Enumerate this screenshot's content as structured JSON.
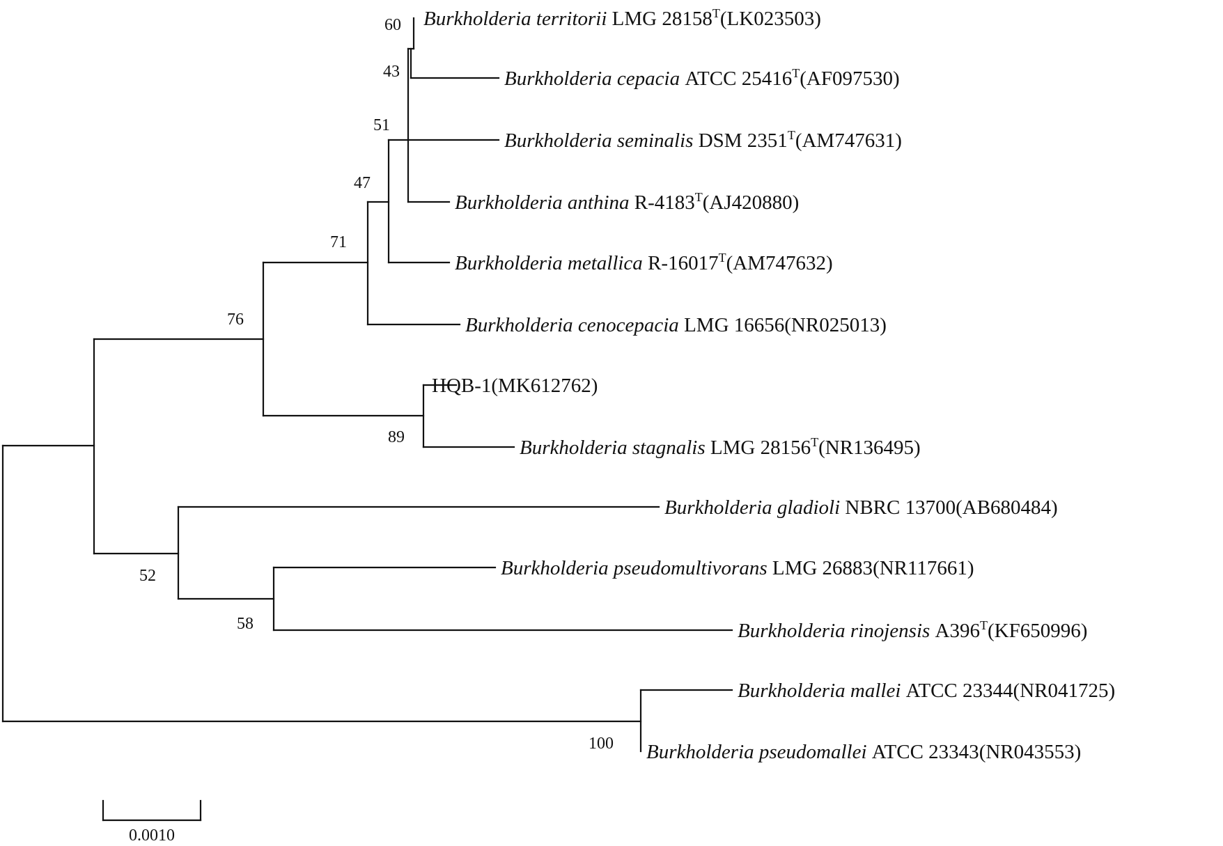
{
  "taxa": [
    {
      "id": "territorii",
      "genus": "Burkholderia",
      "species": "territorii",
      "strain": "LMG 28158",
      "type_strain": true,
      "accession": "(LK023503)"
    },
    {
      "id": "cepacia",
      "genus": "Burkholderia",
      "species": "cepacia",
      "strain": "ATCC 25416",
      "type_strain": true,
      "accession": "(AF097530)"
    },
    {
      "id": "seminalis",
      "genus": "Burkholderia",
      "species": "seminalis",
      "strain": "DSM 2351",
      "type_strain": true,
      "accession": "(AM747631)"
    },
    {
      "id": "anthina",
      "genus": "Burkholderia",
      "species": "anthina",
      "strain": "R-4183",
      "type_strain": true,
      "accession": "(AJ420880)"
    },
    {
      "id": "metallica",
      "genus": "Burkholderia",
      "species": "metallica",
      "strain": "R-16017",
      "type_strain": true,
      "accession": "(AM747632)"
    },
    {
      "id": "cenocepacia",
      "genus": "Burkholderia",
      "species": "cenocepacia",
      "strain": "LMG 16656",
      "type_strain": false,
      "accession": "(NR025013)"
    },
    {
      "id": "hqb1",
      "genus": "",
      "species": "",
      "strain": "HQB-1",
      "type_strain": false,
      "accession": "(MK612762)"
    },
    {
      "id": "stagnalis",
      "genus": "Burkholderia",
      "species": "stagnalis",
      "strain": "LMG 28156",
      "type_strain": true,
      "accession": "(NR136495)"
    },
    {
      "id": "gladioli",
      "genus": "Burkholderia",
      "species": "gladioli",
      "strain": "NBRC 13700",
      "type_strain": false,
      "accession": "(AB680484)"
    },
    {
      "id": "pseudomultivorans",
      "genus": "Burkholderia",
      "species": "pseudomultivorans",
      "strain": "LMG 26883",
      "type_strain": false,
      "accession": "(NR117661)"
    },
    {
      "id": "rinojensis",
      "genus": "Burkholderia",
      "species": "rinojensis",
      "strain": "A396",
      "type_strain": true,
      "accession": "(KF650996)"
    },
    {
      "id": "mallei",
      "genus": "Burkholderia",
      "species": "mallei",
      "strain": "ATCC 23344",
      "type_strain": false,
      "accession": "(NR041725)"
    },
    {
      "id": "pseudomallei",
      "genus": "Burkholderia",
      "species": "pseudomallei",
      "strain": "ATCC 23343",
      "type_strain": false,
      "accession": "(NR043553)"
    }
  ],
  "type_strain_mark": "T",
  "bootstrap": {
    "n60": "60",
    "n43": "43",
    "n51": "51",
    "n47": "47",
    "n71": "71",
    "n76": "76",
    "n89": "89",
    "n52": "52",
    "n58": "58",
    "n100": "100"
  },
  "scale_bar": {
    "label": "0.0010",
    "length": 0.001
  }
}
